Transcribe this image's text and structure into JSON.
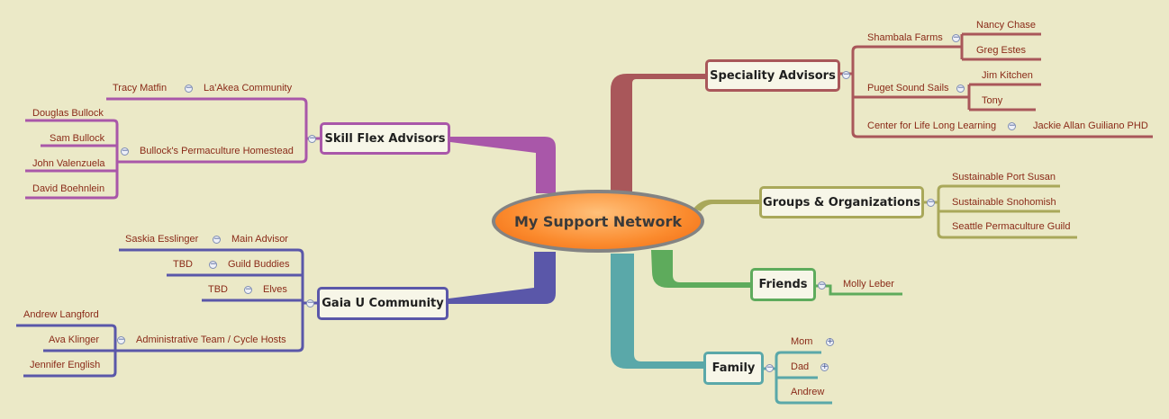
{
  "central": {
    "label": "My Support Network"
  },
  "speciality": {
    "label": "Speciality Advisors",
    "shambala": {
      "label": "Shambala Farms",
      "children": [
        "Nancy Chase",
        "Greg Estes"
      ]
    },
    "puget": {
      "label": "Puget Sound Sails",
      "children": [
        "Jim Kitchen",
        "Tony"
      ]
    },
    "center": {
      "label": "Center for Life Long Learning",
      "child": "Jackie Allan Guiliano PHD"
    }
  },
  "groups": {
    "label": "Groups & Organizations",
    "children": [
      "Sustainable Port Susan",
      "Sustainable Snohomish",
      "Seattle Permaculture Guild"
    ]
  },
  "friends": {
    "label": "Friends",
    "child": "Molly Leber"
  },
  "family": {
    "label": "Family",
    "children": [
      "Mom",
      "Dad",
      "Andrew"
    ]
  },
  "skillflex": {
    "label": "Skill Flex Advisors",
    "lakea": {
      "label": "La'Akea Community",
      "child": "Tracy Matfin"
    },
    "bullocks": {
      "label": "Bullock's Permaculture Homestead",
      "children": [
        "Douglas Bullock",
        "Sam Bullock",
        "John Valenzuela",
        "David Boehnlein"
      ]
    }
  },
  "gaiau": {
    "label": "Gaia U Community",
    "main": {
      "label": "Main Advisor",
      "child": "Saskia Esslinger"
    },
    "guild": {
      "label": "Guild Buddies",
      "child": "TBD"
    },
    "elves": {
      "label": "Elves",
      "child": "TBD"
    },
    "admin": {
      "label": "Administrative Team / Cycle Hosts",
      "children": [
        "Andrew Langford",
        "Ava Klinger",
        "Jennifer English"
      ]
    }
  },
  "colors": {
    "background": "#ebe9c7",
    "speciality": "#a9575a",
    "groups": "#a9a85a",
    "friends": "#5eab5c",
    "family": "#5aa8a9",
    "skillflex": "#a957a9",
    "gaiau": "#5a57a9",
    "central_fill": "#fb8b2e"
  },
  "icons": {
    "collapse": "minus-circle-icon",
    "expand": "plus-circle-icon"
  },
  "toggles": {
    "collapse": "−",
    "expand": "+"
  }
}
